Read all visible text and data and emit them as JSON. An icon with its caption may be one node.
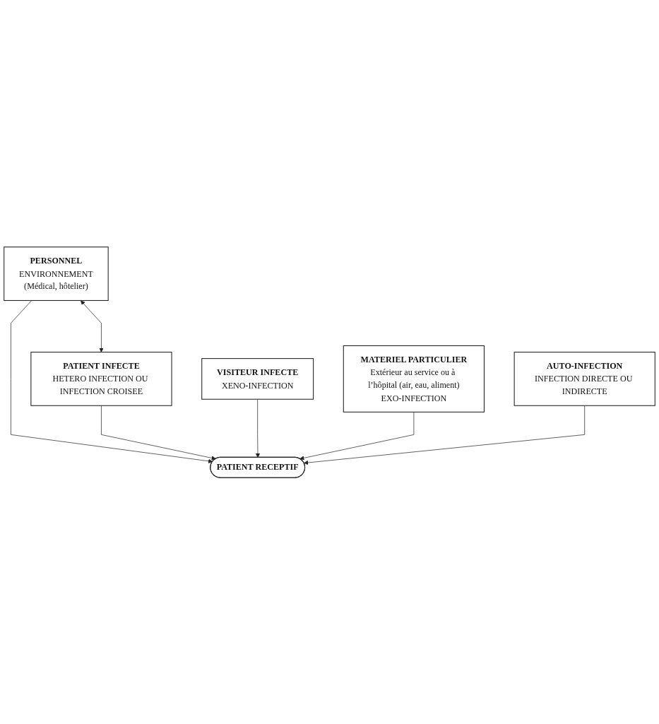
{
  "diagram": {
    "nodes": [
      {
        "text": [
          "PERSONNEL",
          "ENVIRONNEMENT",
          "(Médical, hôtelier)"
        ]
      },
      {
        "text": [
          "PATIENT INFECTE",
          "HETERO INFECTION OU INFECTION CROISEE"
        ]
      },
      {
        "text": [
          "PATIENT RECEPTIF"
        ]
      },
      {
        "text": [
          "VISITEUR INFECTE",
          "XENO-INFECTION"
        ]
      },
      {
        "text": [
          "AUTO-INFECTION",
          "INFECTION DIRECTE OU INDIRECTE"
        ]
      },
      {
        "text": [
          "MATERIEL PARTICULIER",
          "Extérieur au service ou à l’hôpital (air, eau, aliment)",
          "EXO-INFECTION"
        ]
      }
    ],
    "edges": [
      {
        "from": 0,
        "to": 1,
        "arrow": "both"
      },
      {
        "from": 0,
        "to": 2,
        "arrow": "to"
      },
      {
        "from": 1,
        "to": 2,
        "arrow": "to"
      },
      {
        "from": 3,
        "to": 2,
        "arrow": "to"
      },
      {
        "from": 5,
        "to": 2,
        "arrow": "to"
      },
      {
        "from": 4,
        "to": 2,
        "arrow": "to"
      }
    ]
  }
}
